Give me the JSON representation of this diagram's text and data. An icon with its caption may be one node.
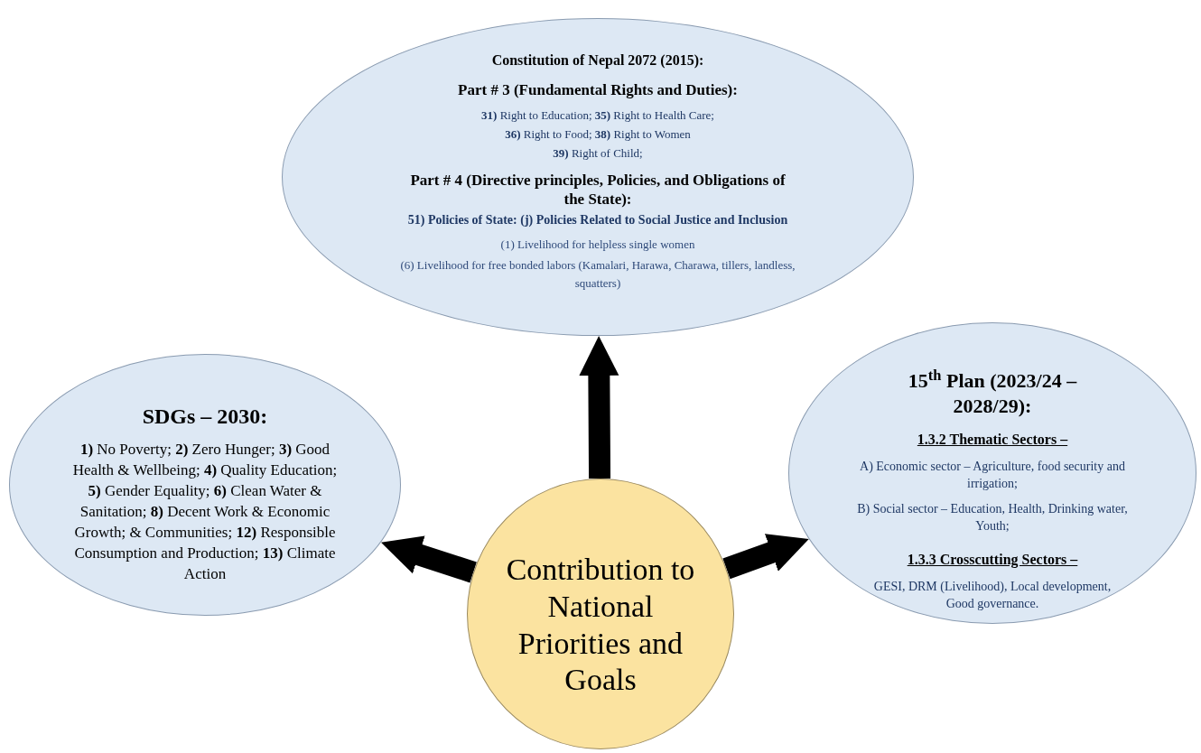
{
  "diagram": {
    "nodes": [
      {
        "text": [
          "Constitution of Nepal 2072 (2015):",
          "Part # 3 (Fundamental Rights and Duties):",
          "**31)** Right to Education; **35)** Right to Health Care;",
          "**36)** Right to Food; **38)** Right to Women",
          "**39)** Right of Child;",
          "Part # 4 (Directive principles, Policies, and Obligations of the State):",
          "51) Policies of State: (j) Policies Related to Social Justice and Inclusion",
          "(1) Livelihood for helpless single women",
          "(6) Livelihood for free bonded labors (Kamalari, Harawa, Charawa, tillers, landless, squatters)"
        ]
      },
      {
        "text": [
          "SDGs – 2030:",
          "**1)** No Poverty; **2)** Zero Hunger; **3)** Good Health & Wellbeing; **4)** Quality Education; **5)** Gender Equality; **6)** Clean Water & Sanitation; **8)** Decent Work & Economic Growth; & Communities; **12)** Responsible Consumption and Production; **13)** Climate Action"
        ]
      },
      {
        "text": [
          "15$^{th}$ Plan (2023/24 – 2028/29):",
          "1.3.2 Thematic Sectors –",
          "A) Economic sector – Agriculture, food security and irrigation;",
          "B) Social sector – Education, Health, Drinking water, Youth;",
          "1.3.3 Crosscutting Sectors –",
          "GESI, DRM (Livelihood), Local development, Good governance."
        ]
      },
      {
        "text": [
          "Contribution to National Priorities and Goals"
        ]
      }
    ],
    "edges": [
      {
        "from": 3,
        "to": 0,
        "arrow": "to"
      },
      {
        "from": 3,
        "to": 1,
        "arrow": "to"
      },
      {
        "from": 3,
        "to": 2,
        "arrow": "to"
      }
    ]
  }
}
